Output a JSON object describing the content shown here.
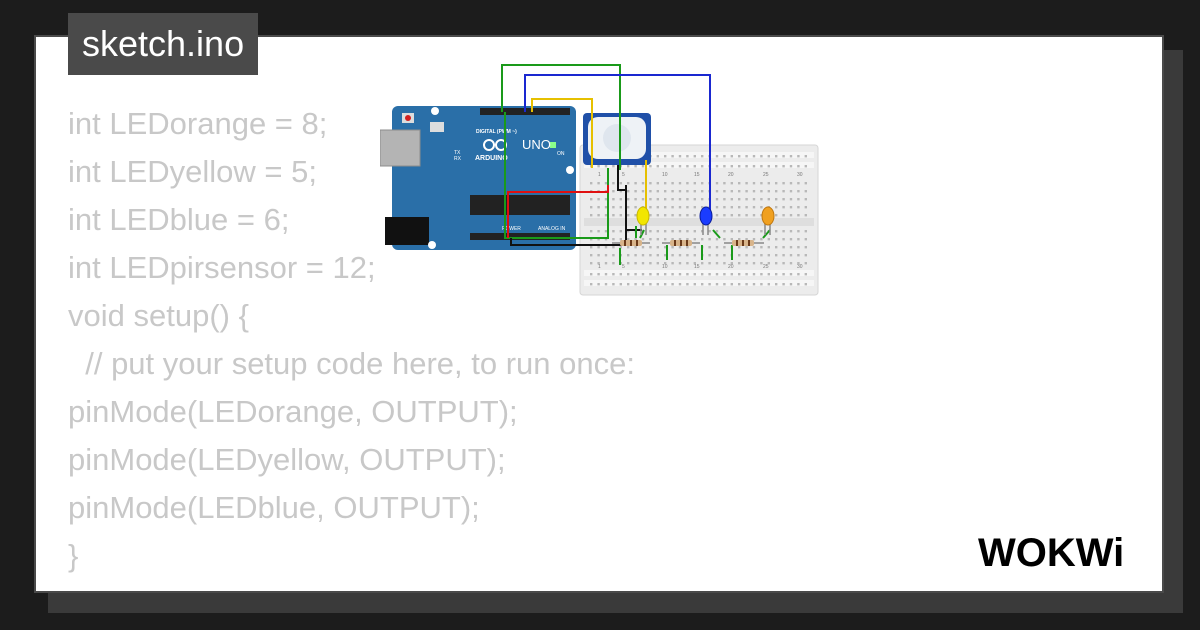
{
  "title": "sketch.ino",
  "code_lines": [
    "int LEDorange = 8;",
    "int LEDyellow = 5;",
    "int LEDblue = 6;",
    "int LEDpirsensor = 12;",
    "void setup() {",
    "  // put your setup code here, to run once:",
    "pinMode(LEDorange, OUTPUT);",
    "pinMode(LEDyellow, OUTPUT);",
    "pinMode(LEDblue, OUTPUT);",
    "}"
  ],
  "circuit": {
    "board_name": "UNO",
    "board_brand": "ARDUINO",
    "digital_label": "DIGITAL (PWM ~)",
    "power_label": "POWER",
    "analog_label": "ANALOG IN",
    "on_label": "ON",
    "tx_label": "TX",
    "rx_label": "RX",
    "breadboard_numbers": [
      "1",
      "5",
      "10",
      "15",
      "20",
      "25",
      "30"
    ],
    "led_colors": {
      "yellow": "#f2e600",
      "blue": "#1a3cff",
      "orange": "#f0a020"
    },
    "wire_colors": {
      "green": "#1a9a1a",
      "blue": "#1a28d0",
      "yellow": "#e6c000",
      "red": "#e01010",
      "black": "#111111"
    }
  },
  "logo_text": "WOKWi",
  "colors": {
    "background": "#1c1c1c",
    "card": "#ffffff",
    "tab": "#4a4a4a",
    "code_text": "#c8c8c8",
    "board": "#2a6fa8"
  }
}
